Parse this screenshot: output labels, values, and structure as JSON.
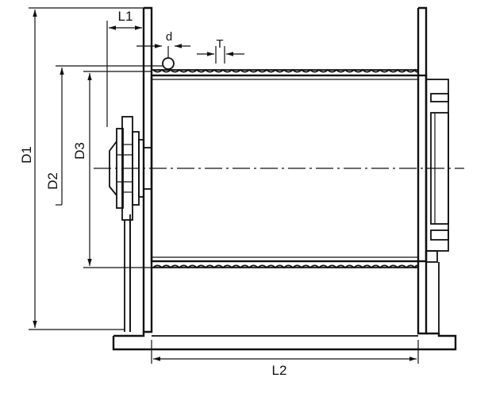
{
  "dimensions": {
    "d1": "D1",
    "d2": "D2",
    "d3": "D3",
    "l1": "L1",
    "l2": "L2",
    "d": "d",
    "t": "T"
  },
  "colors": {
    "line": "#111111",
    "background": "#ffffff"
  }
}
